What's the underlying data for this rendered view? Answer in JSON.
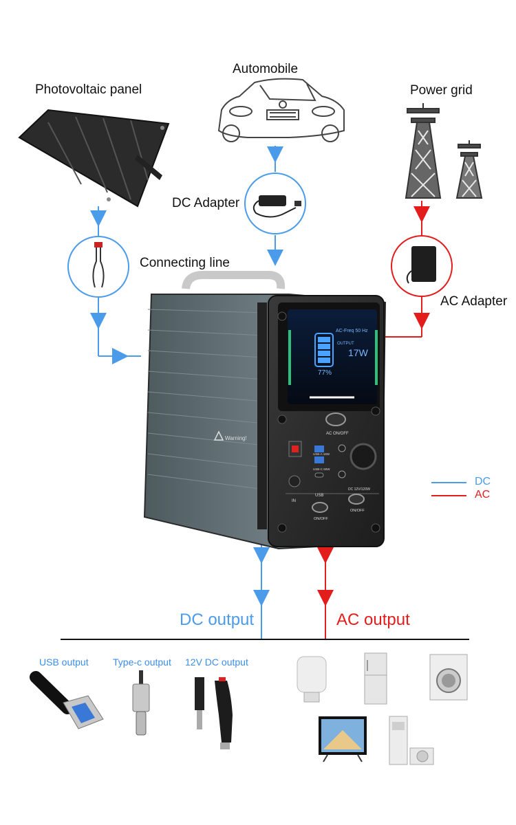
{
  "sources": {
    "photovoltaic": "Photovoltaic panel",
    "automobile": "Automobile",
    "power_grid": "Power grid"
  },
  "adapters": {
    "dc_adapter": "DC Adapter",
    "connecting_line": "Connecting line",
    "ac_adapter": "AC Adapter"
  },
  "legend": {
    "dc": "DC",
    "ac": "AC"
  },
  "outputs": {
    "dc_output": "DC output",
    "ac_output": "AC output",
    "usb_output": "USB output",
    "typec_output": "Type-c output",
    "dc12_output": "12V DC output"
  },
  "device": {
    "screen_freq": "AC-Freq 50 Hz",
    "screen_output_label": "OUTPUT",
    "screen_watts": "17W",
    "screen_percent": "77%",
    "ac_onoff": "AC ON/OFF",
    "usb_a": "USB-A 18W",
    "usb_c": "USB-C 60W",
    "dc_rating": "DC 12V/120W",
    "in_label": "IN",
    "usb_label": "USB",
    "onoff": "ON/OFF",
    "warning": "Warning!"
  },
  "colors": {
    "dc": "#4a9bea",
    "ac": "#e31c1c",
    "text": "#111111",
    "device_body": "#5c6a6e"
  }
}
